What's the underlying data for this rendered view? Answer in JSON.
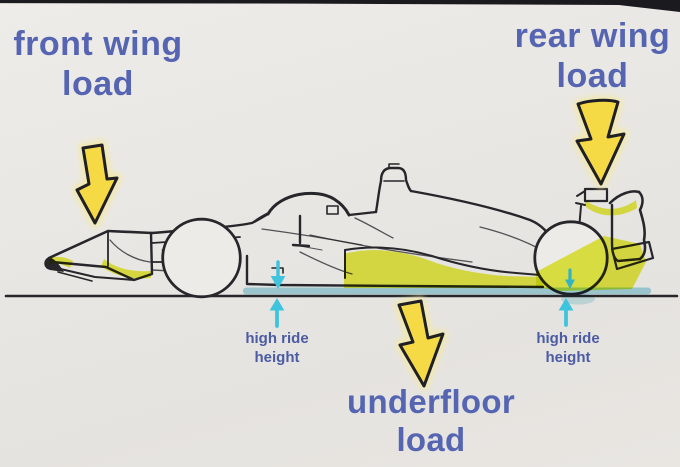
{
  "labels": {
    "front_wing_load": {
      "line1": "front wing",
      "line2": "load"
    },
    "rear_wing_load": {
      "line1": "rear wing",
      "line2": "load"
    },
    "underfloor_load": {
      "line1": "underfloor",
      "line2": "load"
    },
    "high_ride_height": {
      "line1": "high ride",
      "line2": "height"
    }
  },
  "colors": {
    "label_text": "#5565b2",
    "small_label_text": "#4b5ba4",
    "sketch_ink": "#26262b",
    "highlight_yellow": "#e8ee38",
    "arrow_yellow": "#f6da45",
    "arrow_glow": "#f3e9a6",
    "ride_cyan": "#3fc4de",
    "gap_cyan": "#aadce8",
    "paper": "#e9e7e3",
    "paper_edge": "#1b1b1f"
  },
  "icons": {
    "front_wing_load_arrow": "hand-drawn-down-arrow",
    "rear_wing_load_arrow": "hand-drawn-down-arrow",
    "underfloor_load_arrow": "hand-drawn-down-arrow",
    "ride_height_front_gap_arrow": "down-arrow",
    "ride_height_front_ground_arrow": "up-arrow",
    "ride_height_rear_gap_arrow": "down-arrow",
    "ride_height_rear_ground_arrow": "up-arrow"
  }
}
